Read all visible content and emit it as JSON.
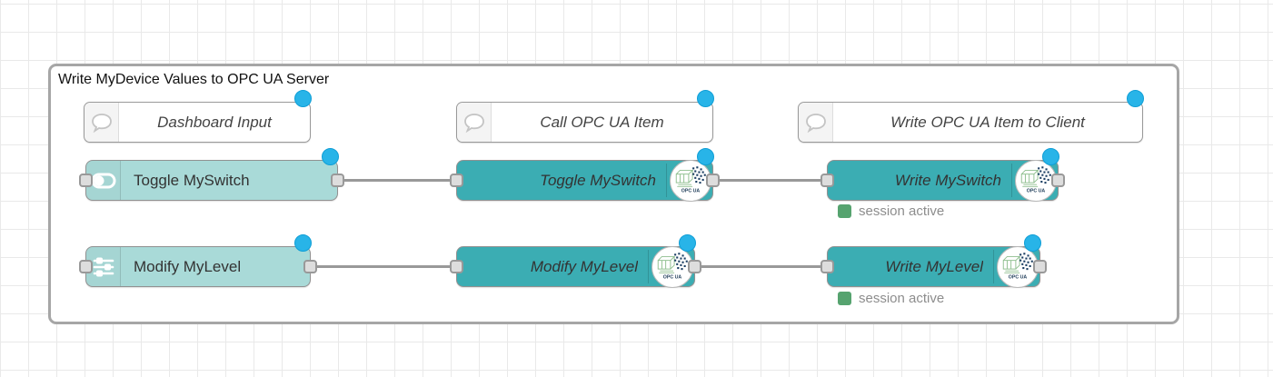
{
  "group": {
    "title": "Write MyDevice Values to OPC UA Server"
  },
  "comments": [
    {
      "label": "Dashboard Input"
    },
    {
      "label": "Call OPC UA Item"
    },
    {
      "label": "Write OPC UA Item to Client"
    }
  ],
  "nodes": [
    {
      "label": "Toggle MySwitch"
    },
    {
      "label": "Toggle MySwitch"
    },
    {
      "label": "Write MySwitch"
    },
    {
      "label": "Modify MyLevel"
    },
    {
      "label": "Modify MyLevel"
    },
    {
      "label": "Write MyLevel"
    }
  ],
  "statuses": [
    {
      "label": "session active"
    },
    {
      "label": "session active"
    }
  ],
  "opcua_badge_label": "OPC UA",
  "colors": {
    "node_light": "#a9dad8",
    "node_dark": "#3badb3",
    "changed_dot": "#28b4e8",
    "status_green": "#56a36f",
    "wire": "#999999",
    "group_border": "#a6a6a6"
  }
}
